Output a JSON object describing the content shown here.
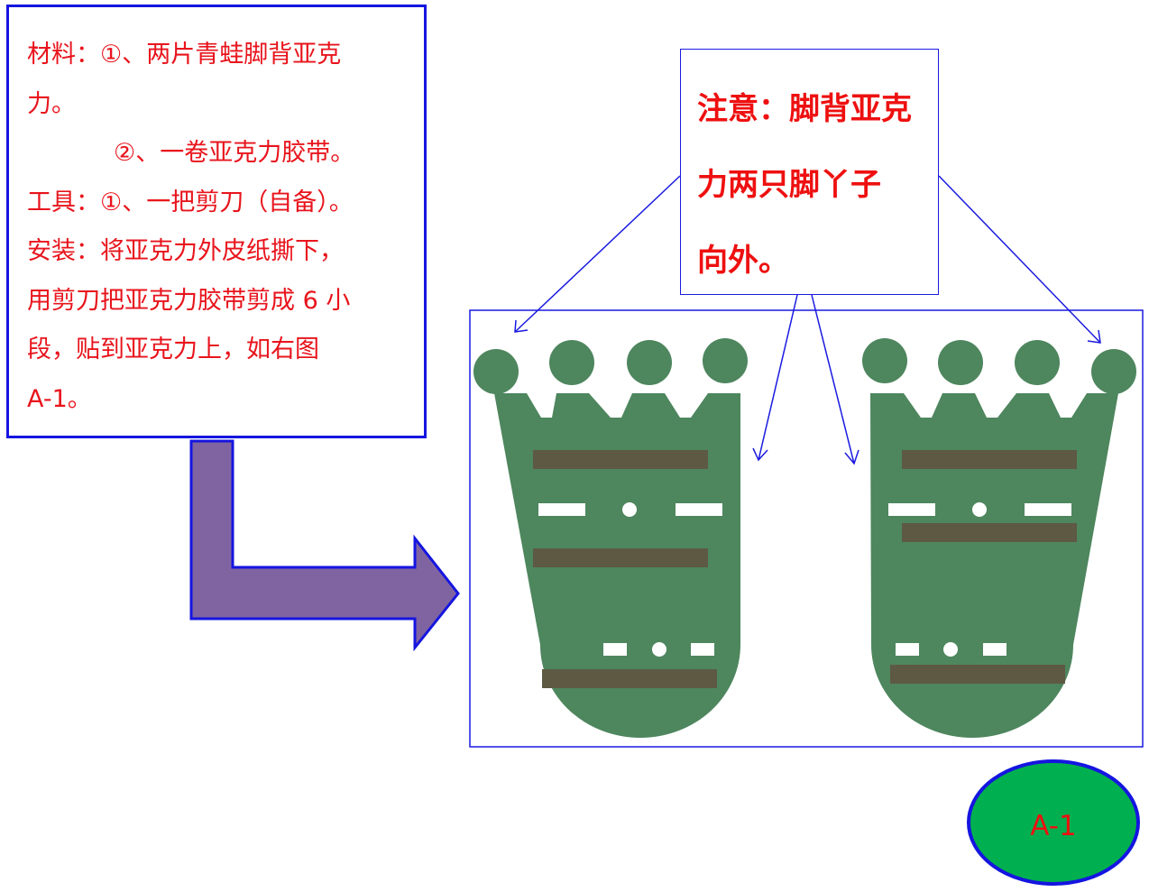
{
  "instructions": {
    "lines": [
      "材料：①、两片青蛙脚背亚克",
      "力。",
      "②、一卷亚克力胶带。",
      "工具：①、一把剪刀（自备）。",
      "安装：将亚克力外皮纸撕下，",
      "用剪刀把亚克力胶带剪成 6 小",
      "段，贴到亚克力上，如右图",
      "A-1。"
    ]
  },
  "note": {
    "lines": [
      "注意：脚背亚克",
      "力两只脚丫子",
      "向外。"
    ]
  },
  "figure_label": "A-1",
  "colors": {
    "text_red": "#e8141c",
    "border_blue": "#1515e0",
    "arrow_fill": "#8064a2",
    "plate_green": "#4e865e",
    "tape_brown": "#5e5943",
    "label_ellipse_fill": "#00b050"
  }
}
